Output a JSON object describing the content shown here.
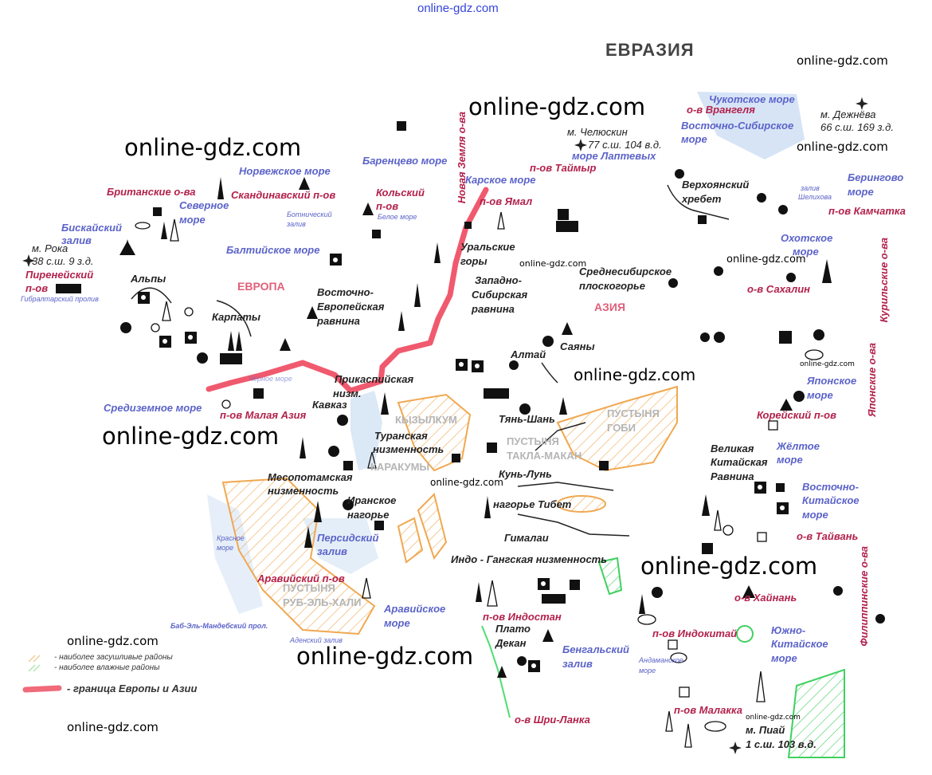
{
  "title": "ЕВРАЗИЯ",
  "top_watermark": "online-gdz.com",
  "watermarks": [
    "online-gdz.com",
    "online-gdz.com",
    "online-gdz.com",
    "online-gdz.com",
    "online-gdz.com",
    "online-gdz.com",
    "online-gdz.com",
    "online-gdz.com",
    "online-gdz.com",
    "online-gdz.com",
    "online-gdz.com",
    "online-gdz.com",
    "online-gdz.com",
    "online-gdz.com",
    "online-gdz.com"
  ],
  "continents": {
    "europe": "ЕВРОПА",
    "asia": "АЗИЯ"
  },
  "seas": {
    "norwegian": "Норвежское море",
    "barents": "Баренцево море",
    "north_1": "Северное",
    "north_2": "море",
    "bothnian_1": "Ботнический",
    "bothnian_2": "залив",
    "white": "Белое море",
    "baltic": "Балтийское море",
    "biscay_1": "Бискайский",
    "biscay_2": "залив",
    "gibraltar": "Гибралтарский пролив",
    "black": "Чёрное море",
    "mediterranean": "Средиземное море",
    "kara": "Карское море",
    "laptev": "море Лаптевых",
    "east_siberian_1": "Восточно-Сибирское",
    "east_siberian_2": "море",
    "chukchi": "Чукотское море",
    "bering_1": "Берингово",
    "bering_2": "море",
    "shelikhov_1": "залив",
    "shelikhov_2": "Шелихова",
    "okhotsk_1": "Охотское",
    "okhotsk_2": "море",
    "japan_1": "Японское",
    "japan_2": "море",
    "yellow_1": "Жёлтое",
    "yellow_2": "море",
    "east_china_1": "Восточно-",
    "east_china_2": "Китайское",
    "east_china_3": "море",
    "south_china_1": "Южно-",
    "south_china_2": "Китайское",
    "south_china_3": "море",
    "andaman_1": "Андаманское",
    "andaman_2": "море",
    "bengal_1": "Бенгальский",
    "bengal_2": "залив",
    "arabian_1": "Аравийское",
    "arabian_2": "море",
    "persian_1": "Персидский",
    "persian_2": "залив",
    "red_1": "Красное",
    "red_2": "море",
    "bab_el_mandeb": "Баб-Эль-Мандебский прол.",
    "aden": "Аденский залив"
  },
  "regions": {
    "british": "Британские о-ва",
    "scandinavian": "Скандинавский п-ов",
    "kola_1": "Кольский",
    "kola_2": "п-ов",
    "iberian_1": "Пиренейский",
    "iberian_2": "п-ов",
    "asia_minor": "п-ов Малая Азия",
    "novaya_zemlya": "Новая Земля о-ва",
    "taymyr": "п-ов Таймыр",
    "yamal": "п-ов Ямал",
    "wrangel": "о-в Врангеля",
    "kamchatka": "п-ов Камчатка",
    "sakhalin": "о-в Сахалин",
    "kuril": "Курильские о-ва",
    "japanese": "Японские о-ва",
    "korean": "Корейский п-ов",
    "taiwan": "о-в Тайвань",
    "philippine": "Филиппинские о-ва",
    "hainan": "о-в Хайнань",
    "indochina": "п-ов Индокитай",
    "malacca": "п-ов Малакка",
    "sri_lanka": "о-в Шри-Ланка",
    "hindustan": "п-ов Индостан",
    "arabian": "Аравийский п-ов"
  },
  "landforms": {
    "roca_1": "м. Рока",
    "roca_2": "38 с.ш. 9 з.д.",
    "alps": "Альпы",
    "carpathians": "Карпаты",
    "east_european_1": "Восточно-",
    "east_european_2": "Европейская",
    "east_european_3": "равнина",
    "ural_1": "Уральские",
    "ural_2": "горы",
    "west_siberian_1": "Западно-",
    "west_siberian_2": "Сибирская",
    "west_siberian_3": "равнина",
    "central_siberian_1": "Среднесибирское",
    "central_siberian_2": "плоскогорье",
    "verkhoyansk_1": "Верхоянский",
    "verkhoyansk_2": "хребет",
    "chelyuskin_1": "м. Челюскин",
    "chelyuskin_2": "77 с.ш. 104 в.д.",
    "dezhnev_1": "м. Дежнёва",
    "dezhnev_2": "66 с.ш. 169 з.д.",
    "caspian_1": "Прикаспийская",
    "caspian_2": "низм.",
    "caucasus": "Кавказ",
    "altai": "Алтай",
    "sayan": "Саяны",
    "tian_shan": "Тянь-Шань",
    "turan_1": "Туранская",
    "turan_2": "низменность",
    "mesopotamian_1": "Месопотамская",
    "mesopotamian_2": "низменность",
    "iranian_1": "Иранское",
    "iranian_2": "нагорье",
    "kunlun": "Кунь-Лунь",
    "tibet": "нагорье Тибет",
    "himalayas": "Гималаи",
    "indo_gangetic": "Индо - Гангская низменность",
    "deccan_1": "Плато",
    "deccan_2": "Декан",
    "great_china_1": "Великая",
    "great_china_2": "Китайская",
    "great_china_3": "Равнина",
    "piai_1": "м. Пиай",
    "piai_2": "1 с.ш. 103 в.д."
  },
  "deserts": {
    "kyzylkum": "КЫЗЫЛКУМ",
    "karakum": "КАРАКУМЫ",
    "taklamakan_1": "ПУСТЫНЯ",
    "taklamakan_2": "ТАКЛА-МАКАН",
    "gobi_1": "ПУСТЫНЯ",
    "gobi_2": "ГОБИ",
    "rub_al_khali_1": "ПУСТЫНЯ",
    "rub_al_khali_2": "РУБ-ЭЛЬ-ХАЛИ"
  },
  "legend": {
    "dry": "- наиболее засушливые районы",
    "wet": "- наиболее влажные районы",
    "border": "- граница Европы и Азии"
  },
  "colors": {
    "sea": "#5b63c9",
    "region": "#b3214c",
    "border": "#f05a6e",
    "dry": "#f0a040",
    "wet": "#40d060"
  }
}
